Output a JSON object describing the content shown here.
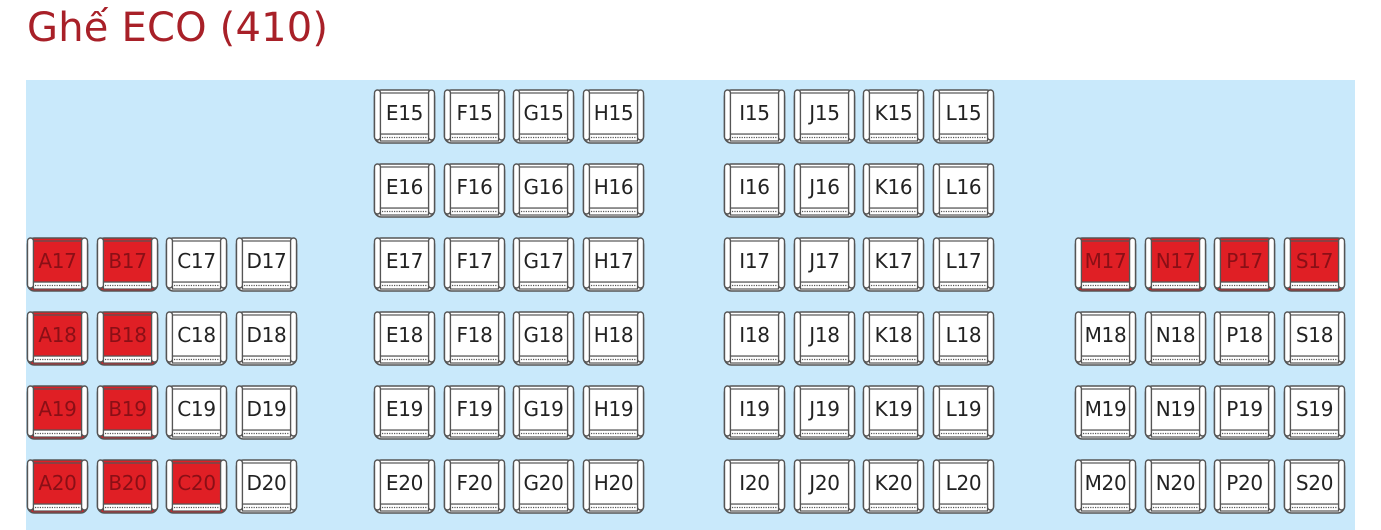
{
  "title": "Ghế ECO (410)",
  "colors": {
    "background": "#c9e9fb",
    "seat_available": "#ffffff",
    "seat_taken": "#e01f25",
    "title": "#a82028",
    "outline": "#555555"
  },
  "blocks": [
    {
      "name": "left",
      "columns": [
        "A",
        "B",
        "C",
        "D"
      ],
      "rows": [
        17,
        18,
        19,
        20
      ]
    },
    {
      "name": "middle-left",
      "columns": [
        "E",
        "F",
        "G",
        "H"
      ],
      "rows": [
        15,
        16,
        17,
        18,
        19,
        20
      ]
    },
    {
      "name": "middle-right",
      "columns": [
        "I",
        "J",
        "K",
        "L"
      ],
      "rows": [
        15,
        16,
        17,
        18,
        19,
        20
      ]
    },
    {
      "name": "right",
      "columns": [
        "M",
        "N",
        "P",
        "S"
      ],
      "rows": [
        17,
        18,
        19,
        20
      ]
    }
  ],
  "taken_seats": [
    "A17",
    "B17",
    "A18",
    "B18",
    "A19",
    "B19",
    "A20",
    "B20",
    "C20",
    "M17",
    "N17",
    "P17",
    "S17"
  ]
}
